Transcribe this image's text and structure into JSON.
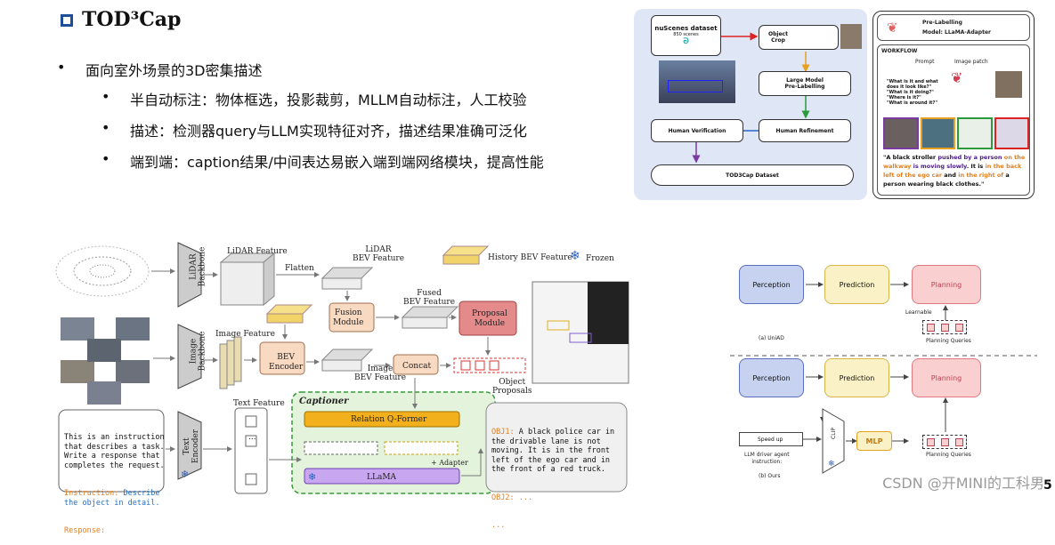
{
  "slide": {
    "title": "TOD³Cap",
    "bullet_main": "面向室外场景的3D密集描述",
    "sub_bullets": [
      "半自动标注：物体框选，投影裁剪，MLLM自动标注，人工校验",
      "描述：检测器query与LLM实现特征对齐，描述结果准确可泛化",
      "端到端：caption结果/中间表达易嵌入端到端网络模块，提高性能"
    ],
    "watermark": "CSDN @开MINI的工科男",
    "page_corner": "5"
  },
  "pipeline": {
    "dataset_title": "nuScenes dataset",
    "dataset_sub": "850 scenes",
    "object_crop": "Object\nCrop",
    "large_model": "Large Model\nPre-Labelling",
    "human_verification": "Human Verification",
    "human_refinement": "Human Refinement",
    "final": "TOD3Cap Dataset",
    "prelabel_title": "Pre-Labelling",
    "prelabel_model": "Model: LLaMA-Adapter",
    "workflow": "WORKFLOW",
    "prompt": "Prompt",
    "image_patch": "Image patch",
    "questions": [
      "\"What is it and what does it look like?\"",
      "\"What is it doing?\"",
      "\"Where is it?\"",
      "\"What is around it?\""
    ],
    "answer_parts": [
      {
        "t": "\"A black stroller ",
        "c": "#111"
      },
      {
        "t": "pushed by a person ",
        "c": "#4a1a8a"
      },
      {
        "t": "on the walkway ",
        "c": "#e08020"
      },
      {
        "t": "is moving slowly",
        "c": "#4a1a8a"
      },
      {
        "t": ". It is ",
        "c": "#111"
      },
      {
        "t": "in the back left of the ego car ",
        "c": "#e08020"
      },
      {
        "t": "and ",
        "c": "#111"
      },
      {
        "t": "in the right of ",
        "c": "#e08020"
      },
      {
        "t": "a person wearing black clothes.\"",
        "c": "#111"
      }
    ]
  },
  "arch": {
    "lidar_feature": "LiDAR Feature",
    "lidar_backbone": "LiDAR\nBackbone",
    "flatten": "Flatten",
    "lidar_bev": "LiDAR\nBEV Feature",
    "history_bev": "History BEV Feature",
    "frozen": "Frozen",
    "fused_bev": "Fused\nBEV Feature",
    "fusion_module": "Fusion\nModule",
    "proposal_module": "Proposal\nModule",
    "image_backbone": "Image\nBackbone",
    "image_feature": "Image Feature",
    "bev_encoder": "BEV\nEncoder",
    "image_bev": "Image\nBEV Feature",
    "concat": "Concat",
    "object_proposals": "Object\nProposals",
    "text_feature": "Text Feature",
    "text_encoder": "Text\nEncoder",
    "captioner": "Captioner",
    "relation_qformer": "Relation Q-Former",
    "adapter": "+ Adapter",
    "llama": "LLaMA",
    "instruction_text": "This is an instruction\nthat describes a task.\nWrite a response that\ncompletes the request.",
    "instruction_label": "Instruction:",
    "instruction_val": "Describe\nthe object in detail.",
    "response_label": "Response:",
    "out_label1": "OBJ1:",
    "out_text1": " A black police car in\nthe drivable lane is not\nmoving. It is in the front\nleft of the ego car and in\nthe front of a red truck.",
    "out_label2": "OBJ2:",
    "out_text2": " ...",
    "out_dots": "..."
  },
  "e2e": {
    "perception": "Perception",
    "prediction": "Prediction",
    "planning": "Planning",
    "learnable": "Learnable",
    "planning_queries": "Planning Queries",
    "caption_a": "(a) UniAD",
    "clip": "CLIP",
    "mlp": "MLP",
    "speed_up": "Speed up",
    "llm_agent": "LLM driver agent\ninstruction:",
    "caption_b": "(b) Ours",
    "colors": {
      "blue": "#c7d2f0",
      "blue_border": "#5a6fc0",
      "yellow": "#fbf1c6",
      "yellow_border": "#d8b54a",
      "pink": "#f9cfd0",
      "pink_border": "#e07a80"
    }
  }
}
